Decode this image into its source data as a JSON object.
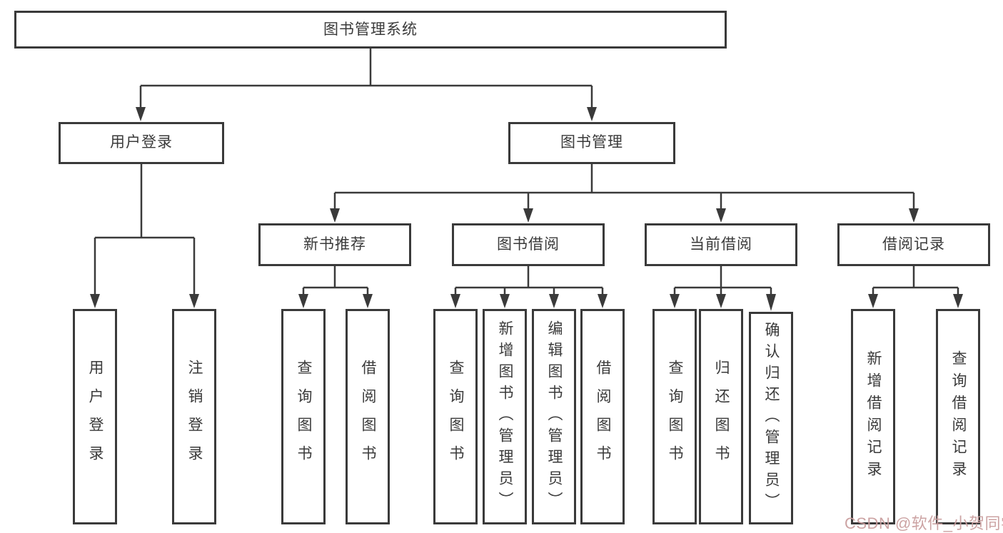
{
  "diagram": {
    "title_note": "functional structure tree",
    "root": "图书管理系统",
    "branches": [
      {
        "label": "用户登录",
        "children": [
          "用户登录",
          "注销登录"
        ]
      },
      {
        "label": "图书管理",
        "children": [
          {
            "label": "新书推荐",
            "children": [
              "查询图书",
              "借阅图书"
            ]
          },
          {
            "label": "图书借阅",
            "children": [
              "查询图书",
              "新增图书（管理员）",
              "编辑图书（管理员）",
              "借阅图书"
            ]
          },
          {
            "label": "当前借阅",
            "children": [
              "查询图书",
              "归还图书",
              "确认归还（管理员）"
            ]
          },
          {
            "label": "借阅记录",
            "children": [
              "新增借阅记录",
              "查询借阅记录"
            ]
          }
        ]
      }
    ]
  },
  "watermark": {
    "text": "CSDN @软件_小贺同学",
    "color": "#c99e9e"
  },
  "colors": {
    "line": "#3a3a3a",
    "box_border": "#3a3a3a",
    "text": "#3a3a3a",
    "background": "#ffffff"
  }
}
